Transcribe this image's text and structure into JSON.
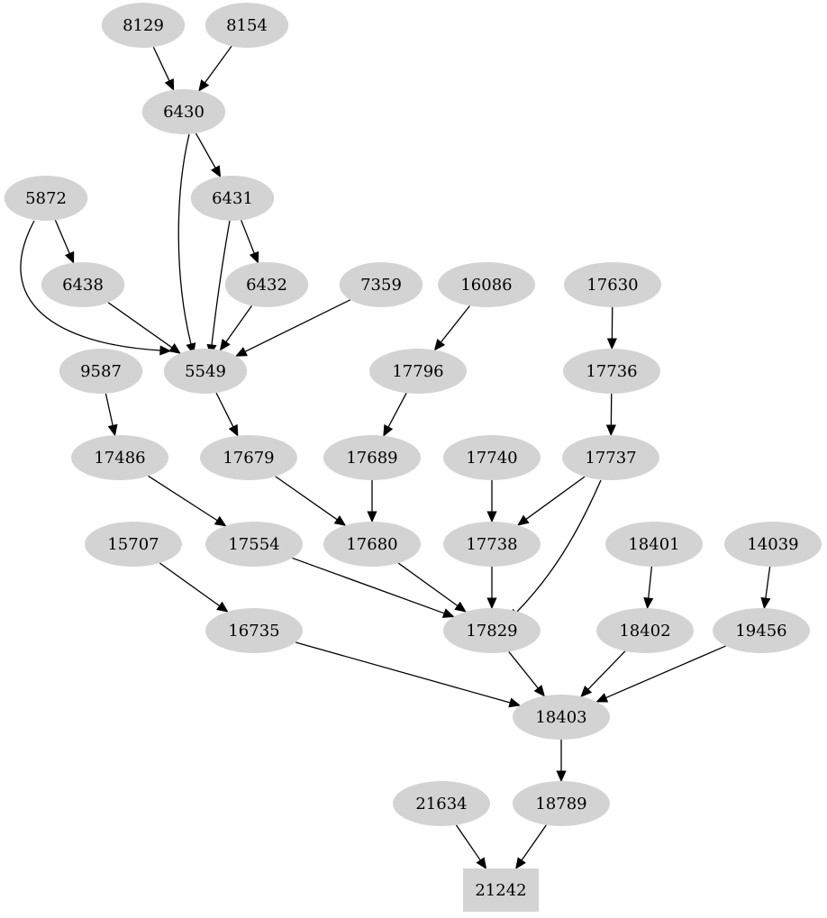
{
  "graph": {
    "node_color": "#d3d3d3",
    "edge_color": "#000000",
    "nodes": [
      {
        "id": "8129",
        "label": "8129",
        "shape": "ellipse"
      },
      {
        "id": "8154",
        "label": "8154",
        "shape": "ellipse"
      },
      {
        "id": "6430",
        "label": "6430",
        "shape": "ellipse"
      },
      {
        "id": "5872",
        "label": "5872",
        "shape": "ellipse"
      },
      {
        "id": "6431",
        "label": "6431",
        "shape": "ellipse"
      },
      {
        "id": "6438",
        "label": "6438",
        "shape": "ellipse"
      },
      {
        "id": "6432",
        "label": "6432",
        "shape": "ellipse"
      },
      {
        "id": "7359",
        "label": "7359",
        "shape": "ellipse"
      },
      {
        "id": "16086",
        "label": "16086",
        "shape": "ellipse"
      },
      {
        "id": "17630",
        "label": "17630",
        "shape": "ellipse"
      },
      {
        "id": "9587",
        "label": "9587",
        "shape": "ellipse"
      },
      {
        "id": "5549",
        "label": "5549",
        "shape": "ellipse"
      },
      {
        "id": "17796",
        "label": "17796",
        "shape": "ellipse"
      },
      {
        "id": "17736",
        "label": "17736",
        "shape": "ellipse"
      },
      {
        "id": "17486",
        "label": "17486",
        "shape": "ellipse"
      },
      {
        "id": "17679",
        "label": "17679",
        "shape": "ellipse"
      },
      {
        "id": "17689",
        "label": "17689",
        "shape": "ellipse"
      },
      {
        "id": "17740",
        "label": "17740",
        "shape": "ellipse"
      },
      {
        "id": "17737",
        "label": "17737",
        "shape": "ellipse"
      },
      {
        "id": "15707",
        "label": "15707",
        "shape": "ellipse"
      },
      {
        "id": "17554",
        "label": "17554",
        "shape": "ellipse"
      },
      {
        "id": "17680",
        "label": "17680",
        "shape": "ellipse"
      },
      {
        "id": "17738",
        "label": "17738",
        "shape": "ellipse"
      },
      {
        "id": "18401",
        "label": "18401",
        "shape": "ellipse"
      },
      {
        "id": "14039",
        "label": "14039",
        "shape": "ellipse"
      },
      {
        "id": "16735",
        "label": "16735",
        "shape": "ellipse"
      },
      {
        "id": "17829",
        "label": "17829",
        "shape": "ellipse"
      },
      {
        "id": "18402",
        "label": "18402",
        "shape": "ellipse"
      },
      {
        "id": "19456",
        "label": "19456",
        "shape": "ellipse"
      },
      {
        "id": "18403",
        "label": "18403",
        "shape": "ellipse"
      },
      {
        "id": "21634",
        "label": "21634",
        "shape": "ellipse"
      },
      {
        "id": "18789",
        "label": "18789",
        "shape": "ellipse"
      },
      {
        "id": "21242",
        "label": "21242",
        "shape": "box"
      }
    ],
    "edges": [
      {
        "from": "8129",
        "to": "6430"
      },
      {
        "from": "8154",
        "to": "6430"
      },
      {
        "from": "6430",
        "to": "6431"
      },
      {
        "from": "6430",
        "to": "5549"
      },
      {
        "from": "5872",
        "to": "6438"
      },
      {
        "from": "5872",
        "to": "5549"
      },
      {
        "from": "6431",
        "to": "6432"
      },
      {
        "from": "6431",
        "to": "5549"
      },
      {
        "from": "6438",
        "to": "5549"
      },
      {
        "from": "6432",
        "to": "5549"
      },
      {
        "from": "7359",
        "to": "5549"
      },
      {
        "from": "16086",
        "to": "17796"
      },
      {
        "from": "17630",
        "to": "17736"
      },
      {
        "from": "9587",
        "to": "17486"
      },
      {
        "from": "5549",
        "to": "17679"
      },
      {
        "from": "17796",
        "to": "17689"
      },
      {
        "from": "17736",
        "to": "17737"
      },
      {
        "from": "17486",
        "to": "17554"
      },
      {
        "from": "17679",
        "to": "17680"
      },
      {
        "from": "17689",
        "to": "17680"
      },
      {
        "from": "17740",
        "to": "17738"
      },
      {
        "from": "17737",
        "to": "17738"
      },
      {
        "from": "17737",
        "to": "17829"
      },
      {
        "from": "15707",
        "to": "16735"
      },
      {
        "from": "17554",
        "to": "17829"
      },
      {
        "from": "17680",
        "to": "17829"
      },
      {
        "from": "17738",
        "to": "17829"
      },
      {
        "from": "18401",
        "to": "18402"
      },
      {
        "from": "14039",
        "to": "19456"
      },
      {
        "from": "16735",
        "to": "18403"
      },
      {
        "from": "17829",
        "to": "18403"
      },
      {
        "from": "18402",
        "to": "18403"
      },
      {
        "from": "19456",
        "to": "18403"
      },
      {
        "from": "18403",
        "to": "18789"
      },
      {
        "from": "21634",
        "to": "21242"
      },
      {
        "from": "18789",
        "to": "21242"
      }
    ]
  }
}
